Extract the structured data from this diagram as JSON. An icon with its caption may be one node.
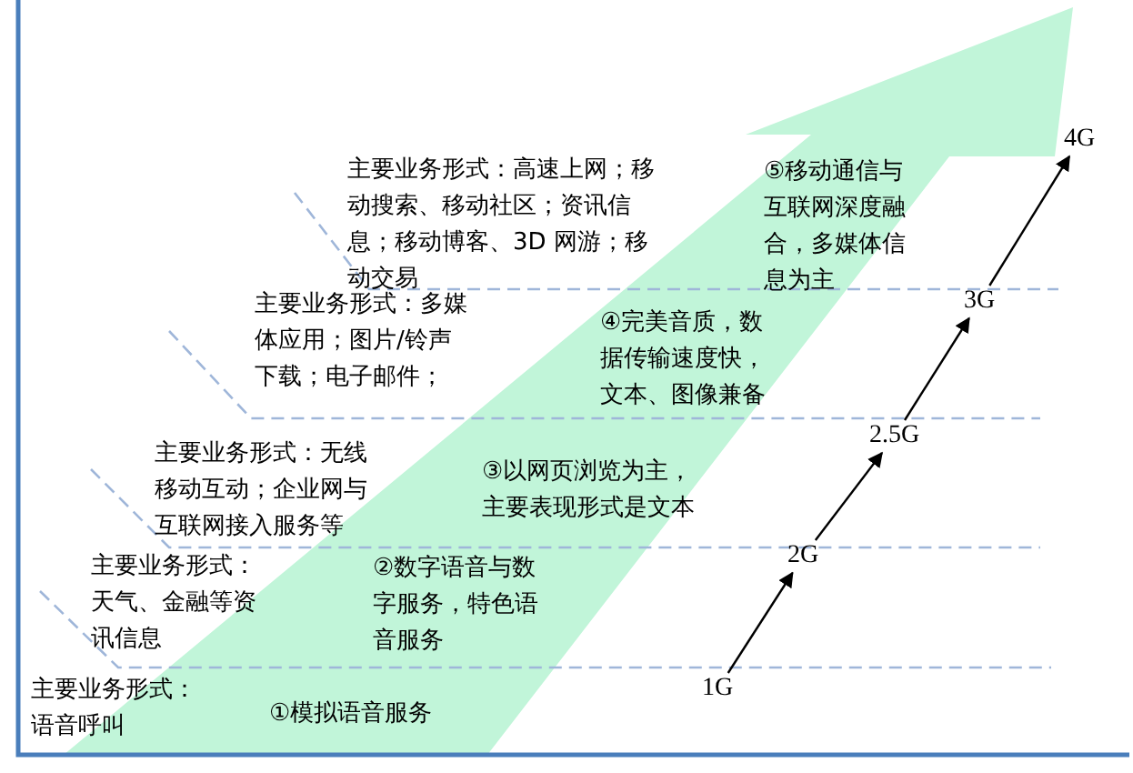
{
  "diagram": {
    "nodes": [
      {
        "text": [
          "1G"
        ]
      },
      {
        "text": [
          "2G"
        ]
      },
      {
        "text": [
          "2.5G"
        ]
      },
      {
        "text": [
          "3G"
        ]
      },
      {
        "text": [
          "4G"
        ]
      }
    ],
    "edges": [
      {
        "from": 0,
        "to": 1,
        "arrow": "to"
      },
      {
        "from": 1,
        "to": 2,
        "arrow": "to"
      },
      {
        "from": 2,
        "to": 3,
        "arrow": "to"
      },
      {
        "from": 3,
        "to": 4,
        "arrow": "to"
      }
    ],
    "labels": [
      "主要业务形式：高速上网；移动搜索、移动社区；资讯信息；移动博客、3D 网游；移动交易",
      "⑤移动通信与互联网深度融合，多媒体信息为主",
      "主要业务形式：多媒体应用；图片/铃声下载；电子邮件；",
      "④完美音质，数据传输速度快，文本、图像兼备",
      "主要业务形式：无线移动互动；企业网与互联网接入服务等",
      "③以网页浏览为主，主要表现形式是文本",
      "主要业务形式：天气、金融等资讯信息",
      "②数字语音与数字服务，特色语音服务",
      "主要业务形式：语音呼叫",
      "①模拟语音服务"
    ]
  }
}
